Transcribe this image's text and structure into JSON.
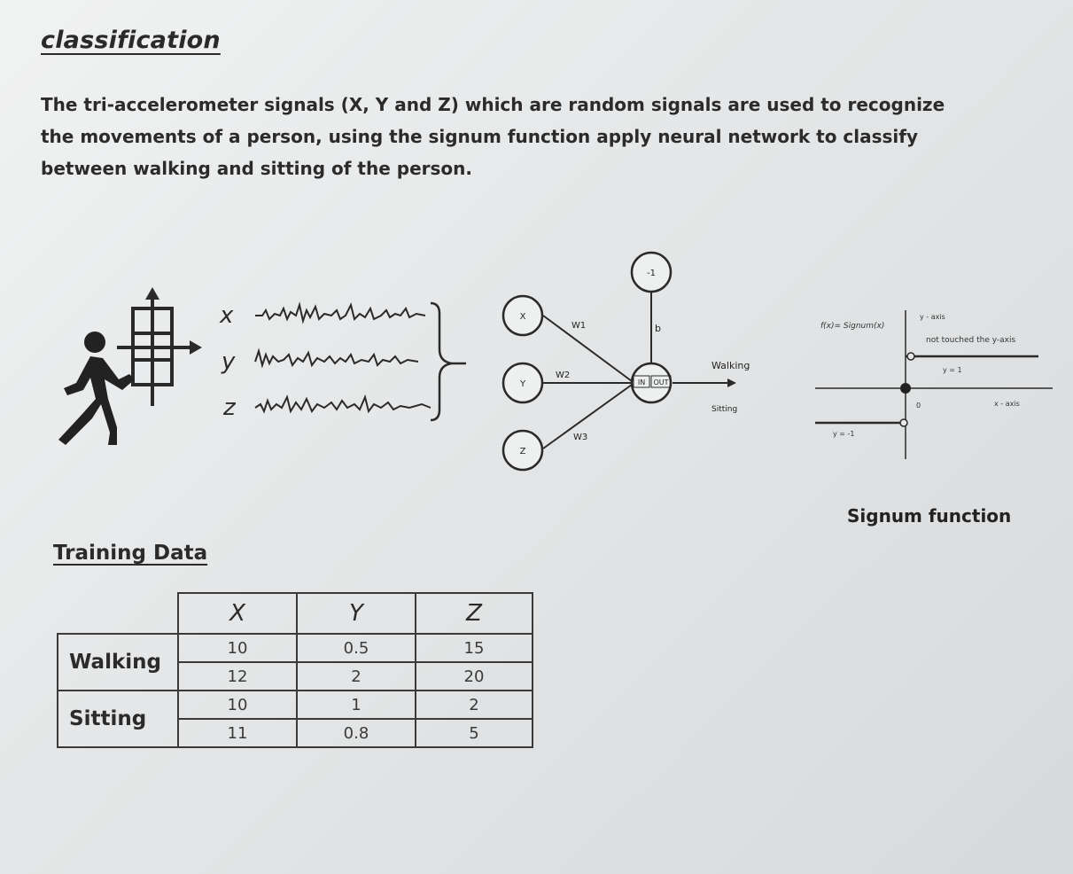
{
  "heading": "classification",
  "intro": "The tri-accelerometer signals (X, Y and Z) which are random signals are used to recognize the movements of a person, using the signum function apply neural network to classify between walking and sitting of the person.",
  "signals": {
    "labels": [
      "x",
      "y",
      "z"
    ]
  },
  "network": {
    "inputs": [
      "X",
      "Y",
      "Z"
    ],
    "weights": [
      "W1",
      "W2",
      "W3"
    ],
    "bias_node": "-1",
    "bias_label": "b",
    "neuron_in": "IN",
    "neuron_out": "OUT",
    "output_walking": "Walking",
    "output_sitting": "Sitting"
  },
  "signum": {
    "formula": "f(x)= Signum(x)",
    "y_axis_label": "y - axis",
    "note": "not touched the y-axis",
    "upper_level": "y = 1",
    "lower_level": "y = -1",
    "origin": "0",
    "x_axis_label": "x - axis",
    "caption": "Signum function"
  },
  "training": {
    "title": "Training Data",
    "columns": [
      "X",
      "Y",
      "Z"
    ],
    "groups": [
      {
        "label": "Walking",
        "rows": [
          [
            "10",
            "0.5",
            "15"
          ],
          [
            "12",
            "2",
            "20"
          ]
        ]
      },
      {
        "label": "Sitting",
        "rows": [
          [
            "10",
            "1",
            "2"
          ],
          [
            "11",
            "0.8",
            "5"
          ]
        ]
      }
    ]
  },
  "colors": {
    "ink": "#2b2b2b",
    "background": "#e6e8e9"
  }
}
